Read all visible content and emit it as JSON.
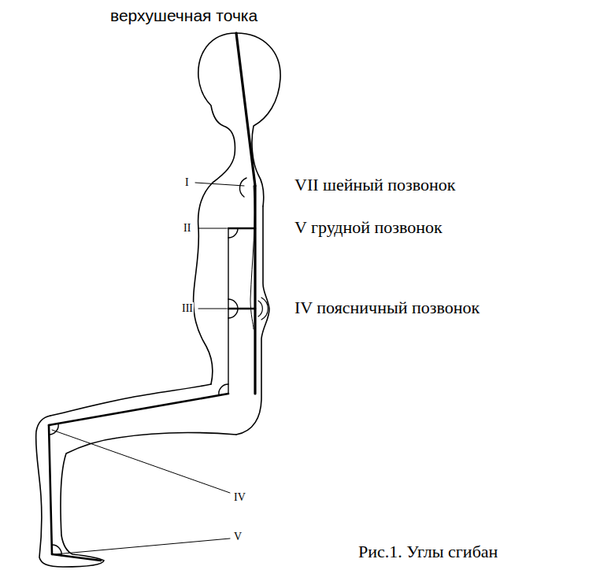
{
  "diagram": {
    "caption": "Рис.1. Углы сгибан",
    "labels": [
      "верхушечная точка",
      "VII шейный позвонок",
      "V грудной позвонок",
      "IV поясничный позвонок",
      "I",
      "II",
      "III",
      "IV",
      "V"
    ]
  }
}
